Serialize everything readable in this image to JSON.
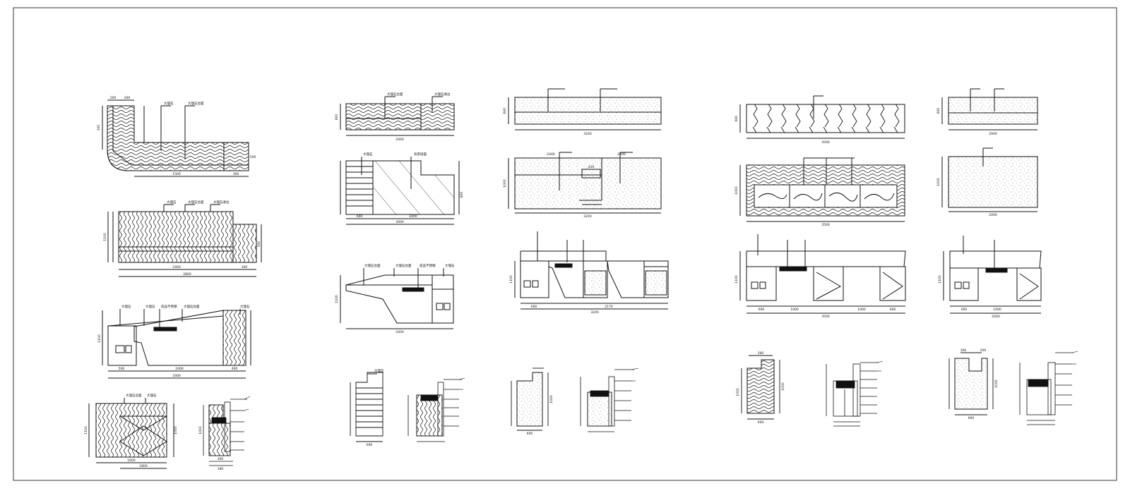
{
  "colors": {
    "ink": "#111111",
    "paper": "#ffffff",
    "frame": "#333333"
  },
  "drawings": [
    {
      "key": "a1",
      "dims": [
        "200",
        "200",
        "300",
        "1500",
        "300",
        "500"
      ],
      "labels": [
        "大理石",
        "大理石台面"
      ]
    },
    {
      "key": "a2",
      "dims": [
        "2400",
        "300",
        "2800",
        "1100",
        "500"
      ],
      "labels": [
        "大理石",
        "大理石台面",
        "大理石收边"
      ]
    },
    {
      "key": "a3",
      "dims": [
        "500",
        "2400",
        "400",
        "3300",
        "1100"
      ],
      "labels": [
        "大理石",
        "大理石",
        "成品不锈钢",
        "大理石台面",
        "大理石"
      ]
    },
    {
      "key": "a4",
      "dims": [
        "1600",
        "1800",
        "1100",
        "1000"
      ],
      "labels": [
        "大理石台面",
        "大理石"
      ]
    },
    {
      "key": "a5",
      "dims": [
        "300",
        "1000",
        "180"
      ],
      "labels": []
    },
    {
      "key": "b1",
      "dims": [
        "2400",
        "600"
      ],
      "labels": [
        "大理石台面",
        "大理石收边"
      ]
    },
    {
      "key": "b2",
      "dims": [
        "600",
        "2400",
        "3000",
        "800"
      ],
      "labels": [
        "大理石",
        "背景墙面"
      ]
    },
    {
      "key": "b3",
      "dims": [
        "2400",
        "1100"
      ],
      "labels": [
        "大理石台面",
        "大理石台面",
        "成品不锈钢",
        "大理石"
      ]
    },
    {
      "key": "b4",
      "dims": [
        "600"
      ],
      "labels": [
        "大理石"
      ]
    },
    {
      "key": "b5",
      "dims": [],
      "labels": []
    },
    {
      "key": "c1",
      "dims": [
        "3240",
        "600"
      ],
      "labels": []
    },
    {
      "key": "c2",
      "dims": [
        "2400",
        "2400",
        "420",
        "3240",
        "1000"
      ],
      "labels": []
    },
    {
      "key": "c3",
      "dims": [
        "3240",
        "600",
        "2170",
        "1100"
      ],
      "labels": []
    },
    {
      "key": "c4",
      "dims": [
        "600",
        "1000"
      ],
      "labels": []
    },
    {
      "key": "c5",
      "dims": [],
      "labels": []
    },
    {
      "key": "d1",
      "dims": [
        "3500",
        "600"
      ],
      "labels": []
    },
    {
      "key": "d2",
      "dims": [
        "3500",
        "1000"
      ],
      "labels": []
    },
    {
      "key": "d3",
      "dims": [
        "600",
        "1000",
        "1000",
        "600",
        "3500",
        "1100"
      ],
      "labels": []
    },
    {
      "key": "d4",
      "dims": [
        "300",
        "600",
        "1000",
        "1000"
      ],
      "labels": []
    },
    {
      "key": "d5",
      "dims": [],
      "labels": []
    },
    {
      "key": "e1",
      "dims": [
        "2000",
        "600"
      ],
      "labels": []
    },
    {
      "key": "e2",
      "dims": [
        "2000",
        "1000"
      ],
      "labels": []
    },
    {
      "key": "e3",
      "dims": [
        "600",
        "1000",
        "2000",
        "1100"
      ],
      "labels": []
    },
    {
      "key": "e4",
      "dims": [
        "300",
        "200",
        "600",
        "1000"
      ],
      "labels": []
    },
    {
      "key": "e5",
      "dims": [],
      "labels": []
    }
  ]
}
